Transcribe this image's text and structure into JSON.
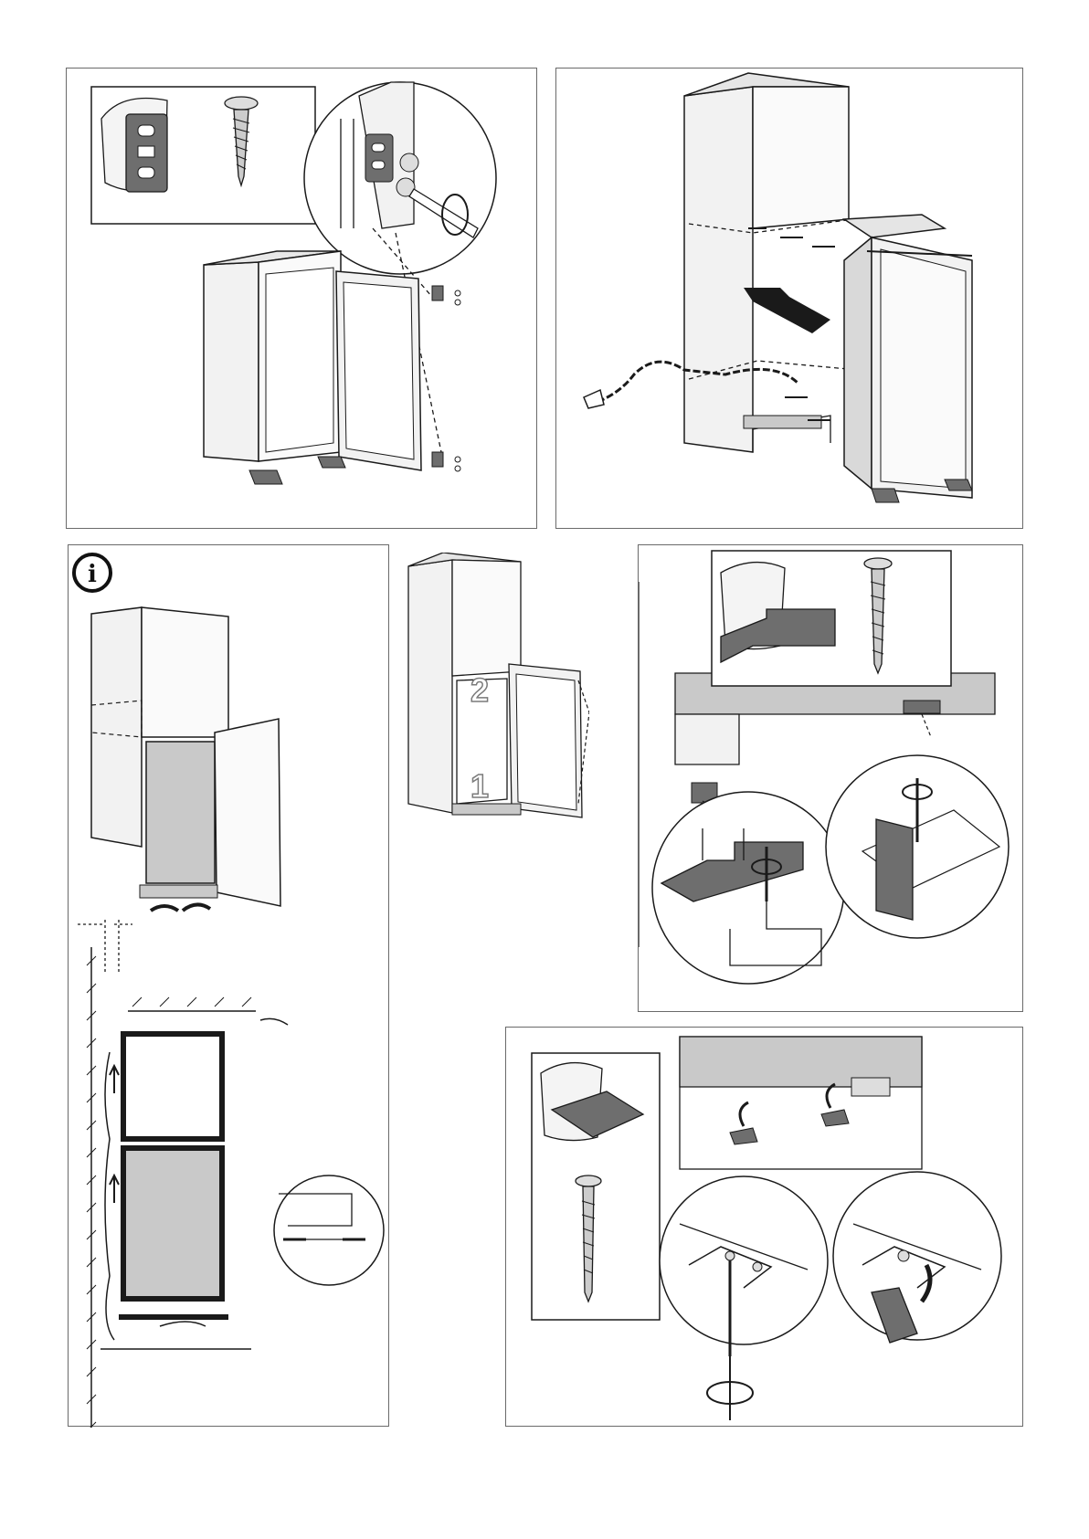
{
  "colors": {
    "line": "#1a1a1a",
    "panel_border": "#6a6a6a",
    "cabinet": "#f2f2f2",
    "shade": "#c9c9c9",
    "part": "#6e6e6e",
    "dark": "#333333"
  },
  "icons": {
    "info": "info-icon"
  },
  "step_numbers": {
    "first": "1",
    "second": "2"
  },
  "info_glyph": "i"
}
